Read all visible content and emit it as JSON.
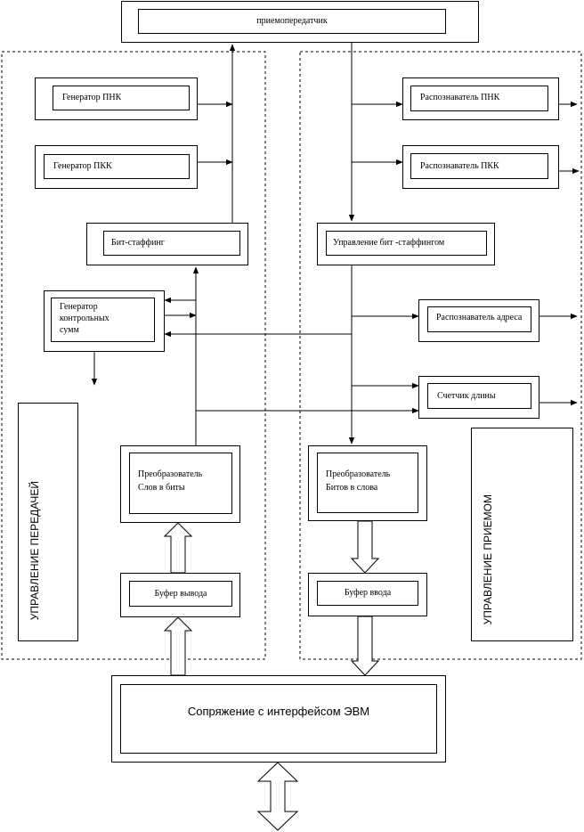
{
  "blocks": {
    "transceiver": "приемопередатчик",
    "gen_pnk": "Генератор ПНК",
    "gen_pkk": "Генератор ПКК",
    "bit_stuffing": "Бит-стаффинг",
    "gen_checksum": [
      "Генератор",
      "контрольных",
      "сумм"
    ],
    "word_to_bits": [
      "Преобразователь",
      "Слов в биты"
    ],
    "out_buffer": "Буфер вывода",
    "rec_pnk": "Распознаватель ПНК",
    "rec_pkk": "Распознаватель ПКК",
    "bit_stuffing_ctrl": "Управление бит -стаффингом",
    "rec_address": "Распознаватель адреса",
    "length_counter": "Счетчик длины",
    "bits_to_word": [
      "Преобразователь",
      "Битов в слова"
    ],
    "in_buffer": "Буфер ввода",
    "interface": "Сопряжение с интерфейсом ЭВМ"
  },
  "side_labels": {
    "tx_control": "УПРАВЛЕНИЕ ПЕРЕДАЧЕЙ",
    "rx_control": "УПРАВЛЕНИЕ ПРИЕМОМ"
  }
}
